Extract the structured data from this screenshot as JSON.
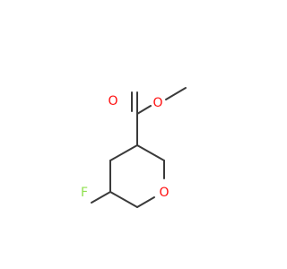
{
  "molecule": {
    "atoms": {
      "carbonyl_oxygen": {
        "symbol": "O",
        "color": "#ff0d0d"
      },
      "ester_oxygen": {
        "symbol": "O",
        "color": "#ff0d0d"
      },
      "ring_oxygen": {
        "symbol": "O",
        "color": "#ff0d0d"
      },
      "fluorine": {
        "symbol": "F",
        "color": "#90e050"
      }
    },
    "bond_color": "#3a3a3a",
    "background": "#ffffff"
  }
}
